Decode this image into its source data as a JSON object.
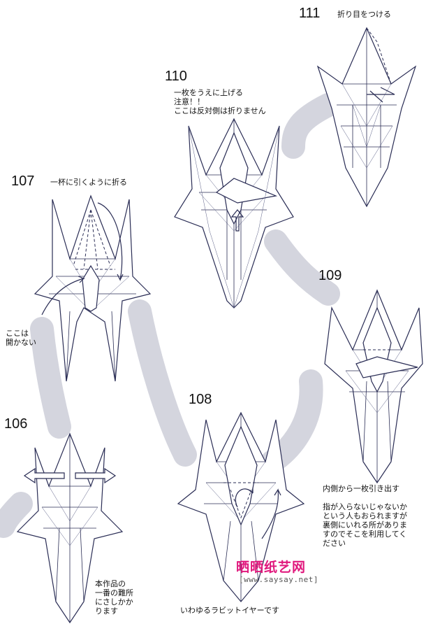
{
  "steps": {
    "s106": {
      "number": "106",
      "note": "本作品の\n一番の難所\nにさしかか\nります"
    },
    "s107": {
      "number": "107",
      "note": "一杯に引くように折る",
      "note2": "ここは\n開かない"
    },
    "s108": {
      "number": "108",
      "note": "いわゆるラビットイヤーです"
    },
    "s109": {
      "number": "109",
      "note": "内側から一枚引き出す",
      "note2": "指が入らないじゃないか\nという人もおられますが\n裏側にいれる所がありま\nすのでそこを利用してく\nださい"
    },
    "s110": {
      "number": "110",
      "note": "一枚をうえに上げる\n注意！！\nここは反対側は折りません"
    },
    "s111": {
      "number": "111",
      "note": "折り目をつける"
    }
  },
  "watermark": {
    "name": "晒晒纸艺网",
    "url": "[www.saysay.net]"
  }
}
